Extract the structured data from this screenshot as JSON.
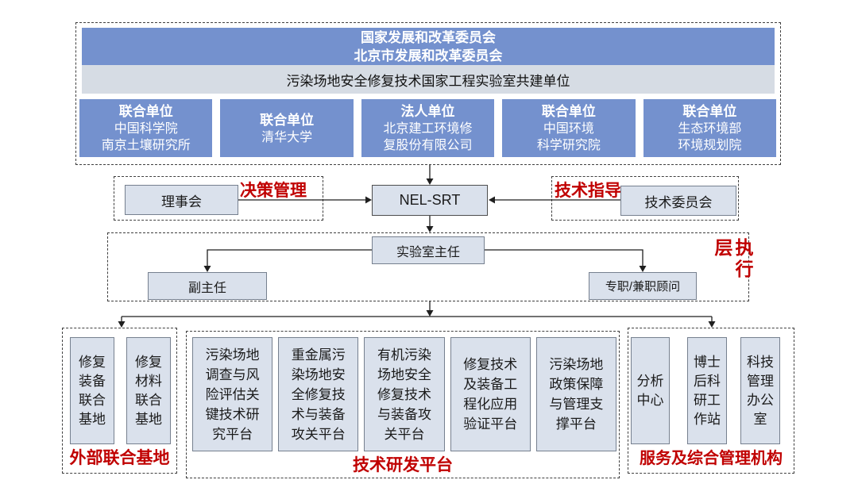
{
  "colors": {
    "primary_blue": "#7491CE",
    "light_band": "#D6DCE4",
    "light_box": "#DAE1EC",
    "accent_red": "#C00000"
  },
  "top": {
    "header_line1": "国家发展和改革委员会",
    "header_line2": "北京市发展和改革委员会",
    "subheader": "污染场地安全修复技术国家工程实验室共建单位",
    "units": [
      {
        "role": "联合单位",
        "name": "中国科学院\n南京土壤研究所"
      },
      {
        "role": "联合单位",
        "name": "清华大学"
      },
      {
        "role": "法人单位",
        "name": "北京建工环境修\n复股份有限公司"
      },
      {
        "role": "联合单位",
        "name": "中国环境\n科学研究院"
      },
      {
        "role": "联合单位",
        "name": "生态环境部\n环境规划院"
      }
    ]
  },
  "governance": {
    "council": "理事会",
    "decision_label": "决策管理",
    "center": "NEL-SRT",
    "guidance_label": "技术指导",
    "committee": "技术委员会"
  },
  "executive": {
    "director": "实验室主任",
    "deputy": "副主任",
    "advisors": "专职/兼职顾问",
    "layer_label": "执行层"
  },
  "bottom": {
    "external_bases": {
      "label": "外部联合基地",
      "items": [
        "修复\n装备\n联合\n基地",
        "修复\n材料\n联合\n基地"
      ]
    },
    "rd_platforms": {
      "label": "技术研发平台",
      "items": [
        "污染场地\n调查与风\n险评估关\n键技术研\n究平台",
        "重金属污\n染场地安\n全修复技\n术与装备\n攻关平台",
        "有机污染\n场地安全\n修复技术\n与装备攻\n关平台",
        "修复技术\n及装备工\n程化应用\n验证平台",
        "污染场地\n政策保障\n与管理支\n撑平台"
      ]
    },
    "services": {
      "label": "服务及综合管理机构",
      "items": [
        "分析\n中心",
        "博士\n后科\n研工\n作站",
        "科技\n管理\n办公\n室"
      ]
    }
  }
}
